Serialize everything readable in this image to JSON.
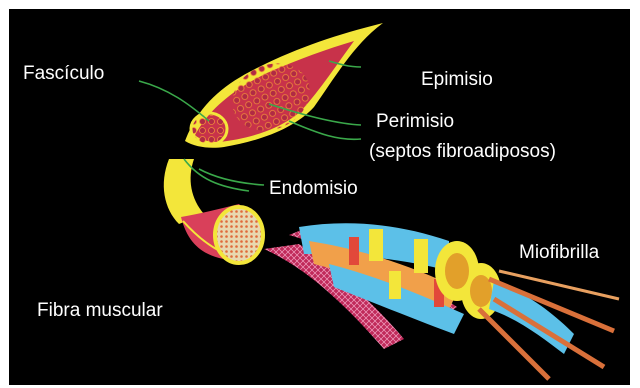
{
  "diagram": {
    "labels": {
      "fasciculo": "Fascículo",
      "epimisio": "Epimisio",
      "perimisio": "Perimisio",
      "septos": "(septos fibroadiposos)",
      "endomisio": "Endomisio",
      "miofibrilla": "Miofibrilla",
      "fibra": "Fibra muscular"
    },
    "colors": {
      "background": "#000000",
      "epimysium": "#f3e63a",
      "fascicle": "#c8324a",
      "fiber": "#d9405a",
      "myofibril": "#5cc0e8",
      "leader": "#3aa84a"
    }
  }
}
